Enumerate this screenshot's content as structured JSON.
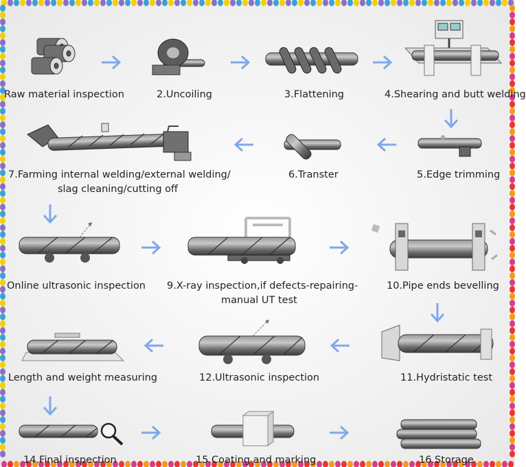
{
  "steps": [
    {
      "id": "s1",
      "label": "Raw material inspection",
      "icon": "steel-coils-icon"
    },
    {
      "id": "s2",
      "label": "2.Uncoiling",
      "icon": "uncoiler-icon"
    },
    {
      "id": "s3",
      "label": "3.Flattening",
      "icon": "flattening-rollers-icon"
    },
    {
      "id": "s4",
      "label": "4.Shearing and butt welding",
      "icon": "shearing-welding-machine-icon"
    },
    {
      "id": "s5",
      "label": "5.Edge trimming",
      "icon": "edge-trimmer-icon"
    },
    {
      "id": "s6",
      "label": "6.Transter",
      "icon": "transfer-pipes-icon"
    },
    {
      "id": "s7",
      "label": "7.Farming internal welding/external welding/",
      "label2": "slag cleaning/cutting off",
      "icon": "forming-welding-line-icon"
    },
    {
      "id": "s8",
      "label": "Online ultrasonic inspection",
      "icon": "ultrasonic-pipe-icon"
    },
    {
      "id": "s9",
      "label": "9.X-ray inspection,if defects-repairing-",
      "label2": "manual UT test",
      "icon": "xray-inspection-icon"
    },
    {
      "id": "s10",
      "label": "10.Pipe ends bevelling",
      "icon": "bevelling-machine-icon"
    },
    {
      "id": "s11",
      "label": "11.Hydristatic test",
      "icon": "hydrostatic-test-icon"
    },
    {
      "id": "s12",
      "label": "12.Ultrasonic inspection",
      "icon": "ultrasonic-inspection-icon"
    },
    {
      "id": "s13",
      "label": "Length and weight measuring",
      "icon": "measuring-scale-icon"
    },
    {
      "id": "s14",
      "label": "14.Final inspection",
      "icon": "magnifier-pipe-icon"
    },
    {
      "id": "s15",
      "label": "15.Coating and marking",
      "icon": "coating-box-icon"
    },
    {
      "id": "s16",
      "label": "16.Storage",
      "icon": "stacked-pipes-icon"
    }
  ],
  "colors": {
    "arrow": "#7fa8ea",
    "pipe": "#7a7a7a",
    "border_dots": [
      "#f5d000",
      "#d63c8c",
      "#8a6fc8",
      "#e33",
      "#3aa0d8",
      "#f39c12"
    ]
  }
}
